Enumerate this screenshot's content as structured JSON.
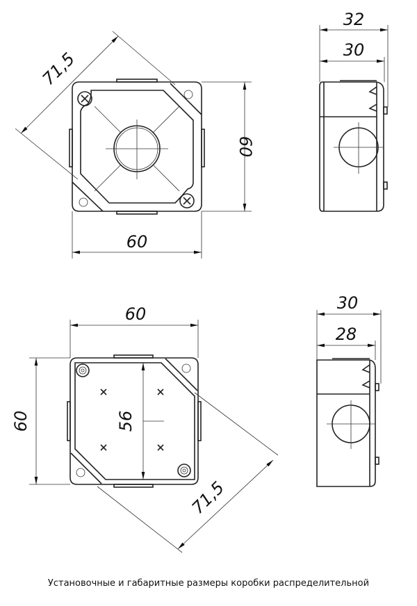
{
  "top_view": {
    "width": "60",
    "height": "60",
    "diagonal": "71,5"
  },
  "top_side_view": {
    "overall_depth": "32",
    "body_depth": "30"
  },
  "bottom_view": {
    "width": "60",
    "height": "60",
    "inner": "56",
    "diagonal": "71,5"
  },
  "bottom_side_view": {
    "overall_depth": "30",
    "body_depth": "28"
  },
  "caption": "Установочные и габаритные размеры коробки распределительной"
}
